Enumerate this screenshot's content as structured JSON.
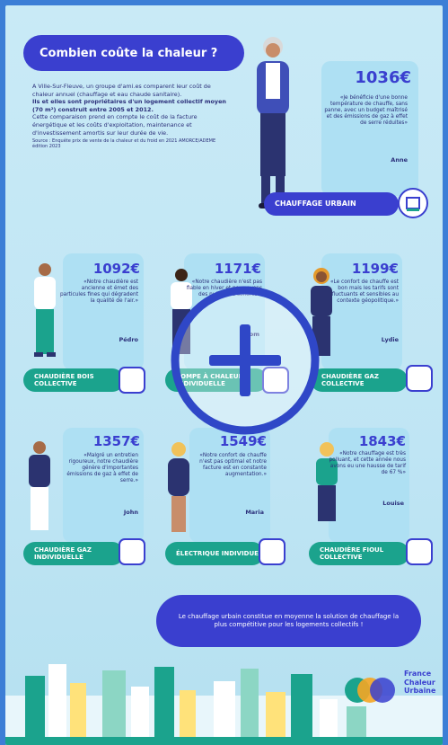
{
  "title": "Combien coûte la chaleur ?",
  "intro": {
    "p1": "A Ville-Sur-Fleuve, un groupe d'ami.es comparent leur coût de chaleur annuel (chauffage et eau chaude sanitaire).",
    "p2": "Ils et elles sont propriétaires d'un logement collectif moyen (70 m²) construit entre 2005 et 2012.",
    "p3": "Cette comparaison prend en compte le coût de la facture énergétique et les coûts d'exploitation, maintenance et d'investissement amortis sur leur durée de vie.",
    "source": "Source : Enquête prix de vente de la chaleur et du froid en 2021 AMORCE/ADEME édition 2023"
  },
  "featured": {
    "price": "1036€",
    "quote": "«Je bénéficie d'une bonne température de chauffe, sans panne, avec un budget maîtrisé et des émissions de gaz à effet de serre réduites»",
    "person": "Anne",
    "label": "CHAUFFAGE URBAIN"
  },
  "row1": [
    {
      "price": "1092€",
      "quote": "«Notre chaudière est ancienne et émet des particules fines qui dégradent la qualité de l'air.»",
      "person": "Pédro",
      "label": "CHAUDIÈRE BOIS COLLECTIVE"
    },
    {
      "price": "1171€",
      "quote": "«Notre chaudière n'est pas fiable en hiver et nous avons des nuisances sonores.»",
      "person": "Tom",
      "label": "POMPE À CHALEUR INDIVIDUELLE"
    },
    {
      "price": "1199€",
      "quote": "«Le confort de chauffe est bon mais les tarifs sont fluctuants et sensibles au contexte géopolitique.»",
      "person": "Lydie",
      "label": "CHAUDIÈRE GAZ COLLECTIVE"
    }
  ],
  "row2": [
    {
      "price": "1357€",
      "quote": "«Malgré un entretien rigoureux, notre chaudière génère d'importantes émissions de gaz à effet de serre.»",
      "person": "John",
      "label": "CHAUDIÈRE GAZ INDIVIDUELLE"
    },
    {
      "price": "1549€",
      "quote": "«Notre confort de chauffe n'est pas optimal et notre facture est en constante augmentation.»",
      "person": "Maria",
      "label": "ÉLECTRIQUE INDIVIDUEL"
    },
    {
      "price": "1843€",
      "quote": "«Notre chauffage est très polluant, et cette année nous avons eu une hausse de tarif de 67 %»",
      "person": "Louise",
      "label": "CHAUDIÈRE FIOUL COLLECTIVE"
    }
  ],
  "conclusion": "Le chauffage urbain constitue en moyenne la solution de chauffage la plus compétitive pour les logements collectifs !",
  "brand": {
    "line1": "France",
    "line2": "Chaleur",
    "line3": "Urbaine"
  },
  "colors": {
    "accent": "#3a3fcf",
    "teal": "#1ba38d",
    "background": "#c9eaf6",
    "frame": "#3c7ed6"
  },
  "overlay_icon": "plus-zoom-icon"
}
